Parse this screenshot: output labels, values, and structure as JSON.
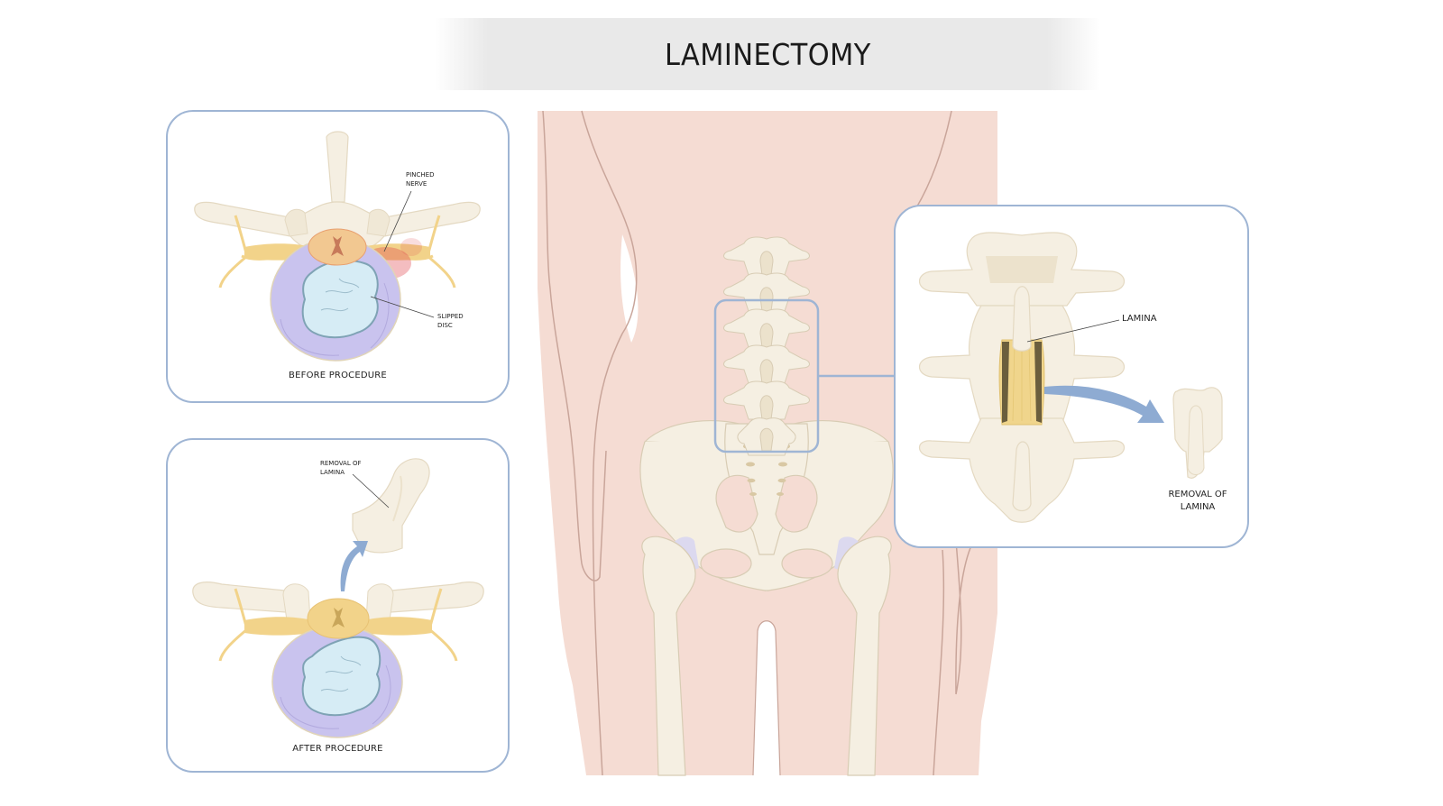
{
  "title": "LAMINECTOMY",
  "colors": {
    "skin": "#f5dcd3",
    "skin_outline": "#c9a59a",
    "bone": "#f5efe2",
    "bone_shadow": "#e8dcc4",
    "bone_outline": "#d8ccb4",
    "nerve": "#f2d38a",
    "disc_outer": "#c9c3ee",
    "disc_inner": "#d6ecf5",
    "disc_inner_outline": "#7fa3b5",
    "inflammation": "#e0414a",
    "lamina_highlight": "#f0d58c",
    "panel_border": "#9fb5d4",
    "arrow": "#8eabd2",
    "title_bg": "#e9e9e9"
  },
  "panels": {
    "before": {
      "caption": "BEFORE PROCEDURE",
      "labels": {
        "pinched_nerve_line1": "PINCHED",
        "pinched_nerve_line2": "NERVE",
        "slipped_disc_line1": "SLIPPED",
        "slipped_disc_line2": "DISC"
      }
    },
    "after": {
      "caption": "AFTER PROCEDURE",
      "labels": {
        "removal_line1": "REMOVAL OF",
        "removal_line2": "LAMINA"
      }
    },
    "detail": {
      "labels": {
        "lamina": "LAMINA",
        "removal_line1": "REMOVAL OF",
        "removal_line2": "LAMINA"
      }
    }
  },
  "body_figure": {
    "view": "posterior lower back and pelvis",
    "highlight": "lumbar spine region"
  }
}
